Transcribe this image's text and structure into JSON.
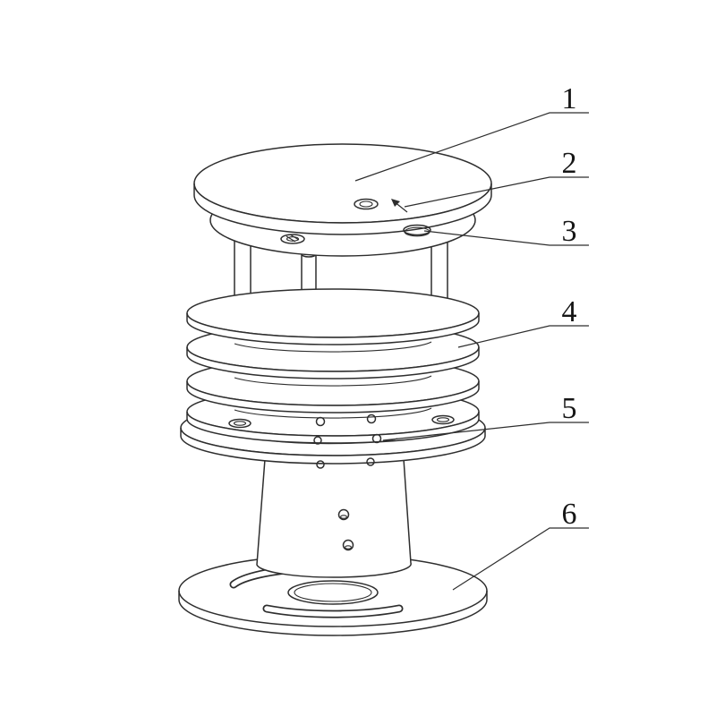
{
  "figure": {
    "background": "#ffffff",
    "line_color": "#2e2e2e",
    "text_color": "#161616"
  },
  "callouts": [
    {
      "label": "1"
    },
    {
      "label": "2"
    },
    {
      "label": "3"
    },
    {
      "label": "4"
    },
    {
      "label": "5"
    },
    {
      "label": "6"
    }
  ]
}
